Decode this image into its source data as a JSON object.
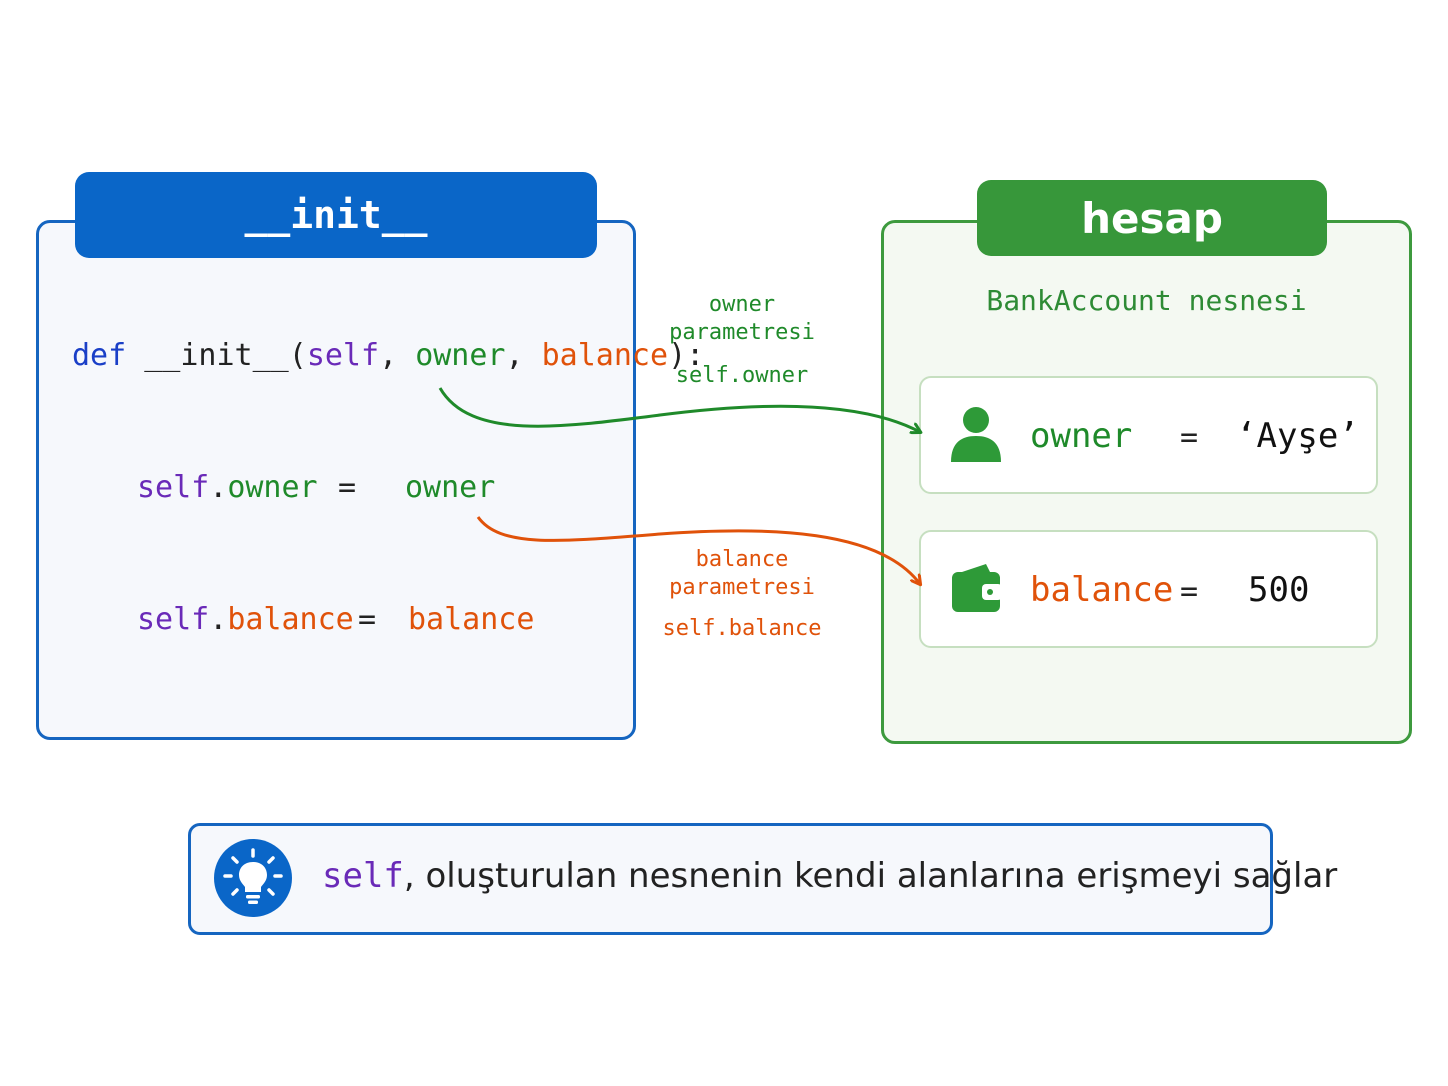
{
  "init_panel": {
    "tab_title": "__init__",
    "signature": {
      "def": "def",
      "func": " __init__(",
      "self": "self",
      "sep1": ", ",
      "owner": "owner",
      "sep2": ", ",
      "balance": "balance",
      "end": "):"
    },
    "line_owner": {
      "self": "self",
      "dot": ".",
      "attr": "owner",
      "eq": "=",
      "value": "owner"
    },
    "line_balance": {
      "self": "self",
      "dot": ".",
      "attr": "balance",
      "eq": "=",
      "value": "balance"
    }
  },
  "arrows": {
    "owner": {
      "line1": "owner",
      "line2": "parametresi",
      "line3": "self.owner",
      "color": "#1f8a2a"
    },
    "balance": {
      "line1": "balance",
      "line2": "parametresi",
      "line3": "self.balance",
      "color": "#e0520a"
    }
  },
  "hesap_panel": {
    "tab_title": "hesap",
    "subtitle": "BankAccount nesnesi",
    "fields": [
      {
        "icon": "person-icon",
        "name": "owner",
        "eq": "=",
        "value": "‘Ayşe’"
      },
      {
        "icon": "wallet-icon",
        "name": "balance",
        "eq": "=",
        "value": "500"
      }
    ]
  },
  "tip": {
    "icon": "lightbulb-icon",
    "self_word": "self",
    "text": ", oluşturulan nesnenin kendi alanlarına erişmeyi sağlar"
  },
  "colors": {
    "blue": "#0a66c8",
    "green": "#37973a",
    "orange": "#e0520a",
    "purple": "#6a2ab8"
  }
}
